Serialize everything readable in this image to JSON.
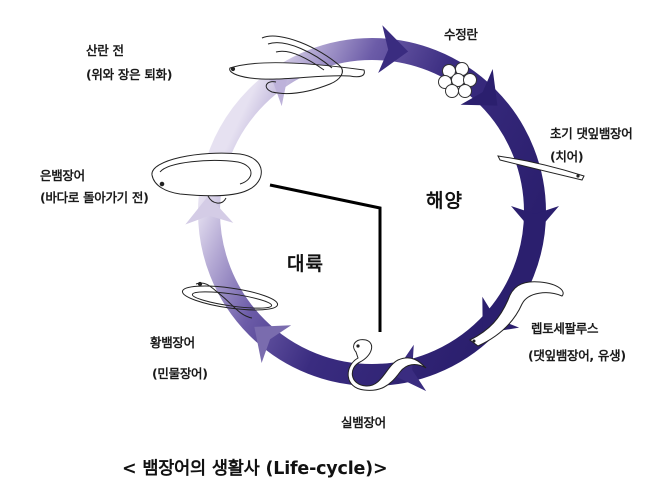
{
  "title": "< 뱀장어의 생활사 (Life-cycle)>",
  "regions": {
    "ocean": "해양",
    "land": "대륙"
  },
  "colors": {
    "ring_dark": "#2b1f6e",
    "ring_mid": "#5b4a9c",
    "ring_light": "#d9d2ea",
    "boundary_line": "#000000",
    "egg_fill": "#ffffff"
  },
  "stages": [
    {
      "id": "fertilized-egg",
      "name": "수정란",
      "note": ""
    },
    {
      "id": "early-leptocephalus",
      "name": "초기 댓잎뱀장어",
      "note": "(치어)"
    },
    {
      "id": "leptocephalus",
      "name": "렙토세팔루스",
      "note": "(댓잎뱀장어, 유생)"
    },
    {
      "id": "glass-eel",
      "name": "실뱀장어",
      "note": ""
    },
    {
      "id": "yellow-eel",
      "name": "황뱀장어",
      "note": "(민물장어)"
    },
    {
      "id": "silver-eel",
      "name": "은뱀장어",
      "note": "(바다로 돌아가기 전)"
    },
    {
      "id": "pre-spawning",
      "name": "산란 전",
      "note": "(위와 장은 퇴화)"
    }
  ]
}
